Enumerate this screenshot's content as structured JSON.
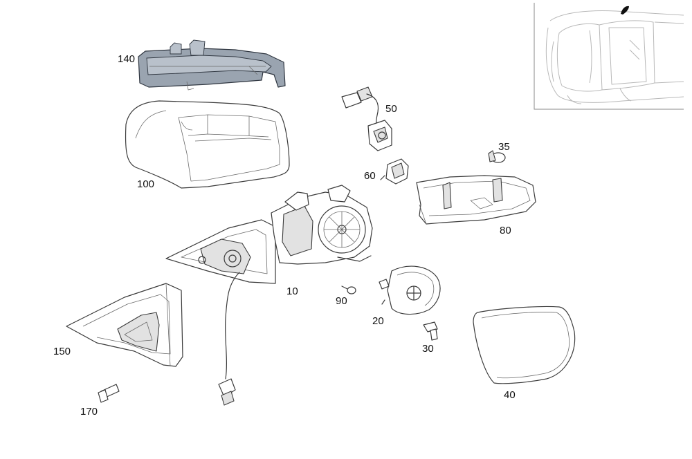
{
  "callouts": {
    "p10": "10",
    "p20": "20",
    "p30": "30",
    "p35": "35",
    "p40": "40",
    "p50": "50",
    "p60": "60",
    "p80": "80",
    "p90": "90",
    "p100": "100",
    "p140": "140",
    "p150": "150",
    "p170": "170"
  },
  "colors": {
    "highlight_part": "#9aa4b0",
    "line": "#3a3a3a",
    "locator_car": "#b8b8b8",
    "locator_marker": "#111111"
  },
  "icons": {
    "locator": "vehicle-top-view-icon"
  }
}
